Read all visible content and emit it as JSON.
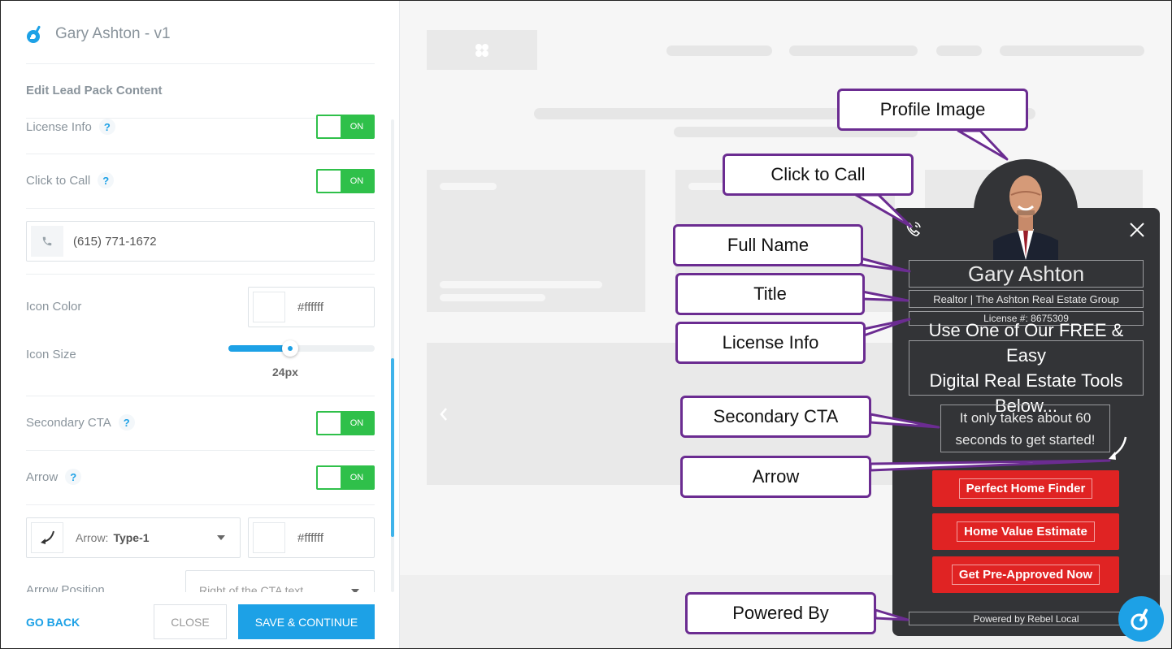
{
  "header": {
    "title": "Gary Ashton - v1"
  },
  "section_title": "Edit Lead Pack Content",
  "help_glyph": "?",
  "license_info": {
    "label": "License Info",
    "toggle": "ON"
  },
  "click_to_call": {
    "label": "Click to Call",
    "toggle": "ON",
    "phone": "(615) 771-1672"
  },
  "icon_color": {
    "label": "Icon Color",
    "value": "#ffffff"
  },
  "icon_size": {
    "label": "Icon Size",
    "value": "24px",
    "fraction": 0.42
  },
  "secondary_cta": {
    "label": "Secondary CTA",
    "toggle": "ON"
  },
  "arrow": {
    "label": "Arrow",
    "toggle": "ON",
    "select_prefix": "Arrow:",
    "select_value": "Type-1",
    "color": "#ffffff"
  },
  "arrow_position": {
    "label": "Arrow Position",
    "value": "Right of the CTA text"
  },
  "footer": {
    "go_back": "GO BACK",
    "close": "CLOSE",
    "save": "SAVE & CONTINUE"
  },
  "popup": {
    "name": "Gary Ashton",
    "title": "Realtor | The Ashton Real Estate Group",
    "license": "License #: 8675309",
    "headline_1": "Use One of Our FREE & Easy",
    "headline_2": "Digital Real Estate Tools Below...",
    "secondary_1": "It only takes about 60",
    "secondary_2": "seconds to get started!",
    "buttons": [
      "Perfect Home Finder",
      "Home Value Estimate",
      "Get Pre-Approved Now"
    ],
    "powered_by": "Powered by Rebel Local"
  },
  "callouts": {
    "profile_image": "Profile Image",
    "click_to_call": "Click to Call",
    "full_name": "Full Name",
    "title": "Title",
    "license_info": "License Info",
    "secondary_cta": "Secondary CTA",
    "arrow": "Arrow",
    "powered_by": "Powered By"
  },
  "colors": {
    "accent": "#1da1e6",
    "toggle_on": "#2fc04a",
    "cta_red": "#e02323",
    "popup_bg": "#333437",
    "callout_border": "#6b2c91"
  }
}
